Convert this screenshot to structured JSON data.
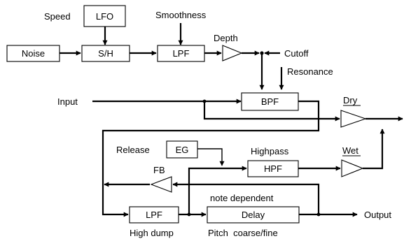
{
  "diagram": {
    "blocks": {
      "noise": "Noise",
      "lfo": "LFO",
      "sample_hold": "S/H",
      "lpf_top": "LPF",
      "bpf": "BPF",
      "eg": "EG",
      "hpf": "HPF",
      "lpf_bottom": "LPF",
      "delay": "Delay"
    },
    "labels": {
      "speed": "Speed",
      "smoothness": "Smoothness",
      "depth": "Depth",
      "cutoff": "Cutoff",
      "resonance": "Resonance",
      "input": "Input",
      "dry": "Dry",
      "release": "Release",
      "highpass": "Highpass",
      "wet": "Wet",
      "fb": "FB",
      "note_dependent": "note dependent",
      "output": "Output",
      "high_dump": "High dump",
      "pitch": "Pitch  coarse/fine"
    }
  }
}
